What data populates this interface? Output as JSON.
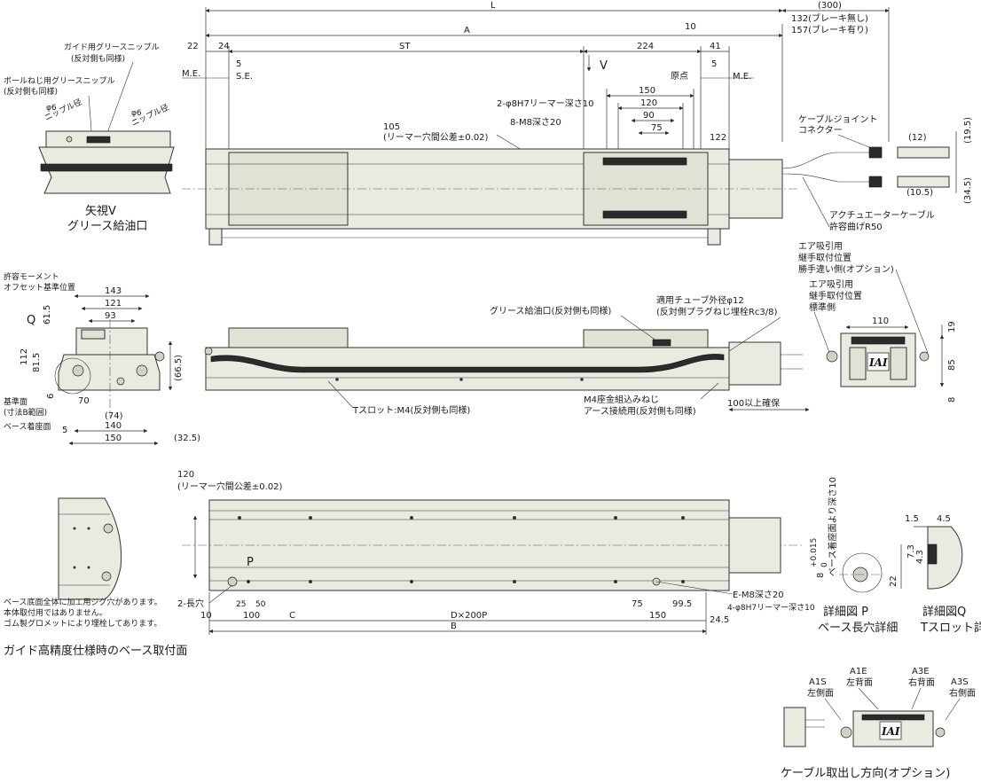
{
  "top_view": {
    "overall_length": "L",
    "dim_A": "A",
    "dim_300": "(300)",
    "brake_none": "132(ブレーキ無し)",
    "brake_with": "157(ブレーキ有り)",
    "dim_22": "22",
    "dim_24": "24",
    "dim_ST": "ST",
    "dim_224": "224",
    "dim_10": "10",
    "dim_41": "41",
    "me_left": "M.E.",
    "dim_5_left": "5",
    "se": "S.E.",
    "view_v": "V",
    "origin": "原点",
    "dim_5_right": "5",
    "me_right": "M.E.",
    "reamer_holes": "2-φ8H7リーマー深さ10",
    "dim_150": "150",
    "dim_120": "120",
    "tapped_holes": "8-M8深さ20",
    "dim_90": "90",
    "dim_75": "75",
    "dim_105": "105",
    "reamer_tol": "(リーマー穴間公差±0.02)",
    "dim_122": "122",
    "cable_joint_1": "ケーブルジョイント",
    "cable_joint_2": "コネクター",
    "dim_12": "(12)",
    "dim_19_5": "(19.5)",
    "dim_10_5": "(10.5)",
    "dim_34_5": "(34.5)",
    "actuator_cable_1": "アクチュエーターケーブル",
    "actuator_cable_2": "許容曲げR50"
  },
  "view_v": {
    "guide_nipple_1": "ガイド用グリースニップル",
    "guide_nipple_2": "(反対側も同様)",
    "ball_nipple_1": "ボールねじ用グリースニップル",
    "ball_nipple_2": "(反対側も同様)",
    "phi6_a": "φ6",
    "nipple_dia_a": "ニップル径",
    "phi6_b": "φ6",
    "nipple_dia_b": "ニップル径",
    "caption_1": "矢視V",
    "caption_2": "グリース給油口"
  },
  "end_view": {
    "moment_ref_1": "許容モーメント",
    "moment_ref_2": "オフセット基準位置",
    "dim_143": "143",
    "dim_121": "121",
    "dim_93": "93",
    "q": "Q",
    "dim_61_5": "61.5",
    "dim_112": "112",
    "dim_81_5": "81.5",
    "dim_6": "6",
    "dim_66_5": "(66.5)",
    "ref_face_1": "基準面",
    "ref_face_2": "(寸法B範囲)",
    "dim_70": "70",
    "dim_74": "(74)",
    "base_face": "ベース着座面",
    "dim_140": "140",
    "dim_5": "5",
    "dim_150": "150",
    "dim_32_5": "(32.5)"
  },
  "side_view": {
    "grease_port": "グリース給油口(反対側も同様)",
    "tube_1": "適用チューブ外径φ12",
    "tube_2": "(反対側プラグねじ埋栓Rc3/8)",
    "tslot": "Tスロット:M4(反対側も同様)",
    "ground_1": "M4座金組込みねじ",
    "ground_2": "アース接続用(反対側も同様)",
    "clearance": "100以上確保"
  },
  "air_view": {
    "air_opt_1": "エア吸引用",
    "air_opt_2": "継手取付位置",
    "air_opt_3": "勝手違い側(オプション)",
    "air_std_1": "エア吸引用",
    "air_std_2": "継手取付位置",
    "air_std_3": "標準側",
    "dim_110": "110",
    "dim_19": "19",
    "dim_85": "85",
    "dim_8": "8",
    "logo": "IAI"
  },
  "base_view": {
    "dim_120": "120",
    "reamer_tol": "(リーマー穴間公差±0.02)",
    "p": "P",
    "slot": "2-長穴",
    "e_tapped": "E-M8深さ20",
    "reamer_4": "4-φ8H7リーマー深さ10",
    "dim_10": "10",
    "dim_25": "25",
    "dim_50": "50",
    "dim_100": "100",
    "dim_C": "C",
    "dim_DxP": "D×200P",
    "dim_75": "75",
    "dim_99_5": "99.5",
    "dim_150": "150",
    "dim_24_5": "24.5",
    "dim_B": "B"
  },
  "guide_note": {
    "note_1": "ベース底面全体に加工用ジグ穴があります。",
    "note_2": "本体取付用ではありません。",
    "note_3": "ゴム製グロメットにより埋栓してあります。",
    "caption": "ガイド高精度仕様時のベース取付面"
  },
  "detail_p": {
    "depth": "ベース着座面より深さ10",
    "dim_8": "8",
    "tol_plus": "+0.015",
    "tol_zero": "0",
    "caption_1": "詳細図 P",
    "caption_2": "ベース長穴詳細"
  },
  "detail_q": {
    "dim_1_5": "1.5",
    "dim_4_5": "4.5",
    "dim_7_3": "7.3",
    "dim_4_3": "4.3",
    "dim_22": "22",
    "caption_1": "詳細図Q",
    "caption_2": "Tスロット詳細"
  },
  "cable_option": {
    "a1e": "A1E",
    "a1e_sub": "左背面",
    "a3e": "A3E",
    "a3e_sub": "右背面",
    "a1s": "A1S",
    "a1s_sub": "左側面",
    "a3s": "A3S",
    "a3s_sub": "右側面",
    "logo": "IAI",
    "caption": "ケーブル取出し方向(オプション)"
  }
}
